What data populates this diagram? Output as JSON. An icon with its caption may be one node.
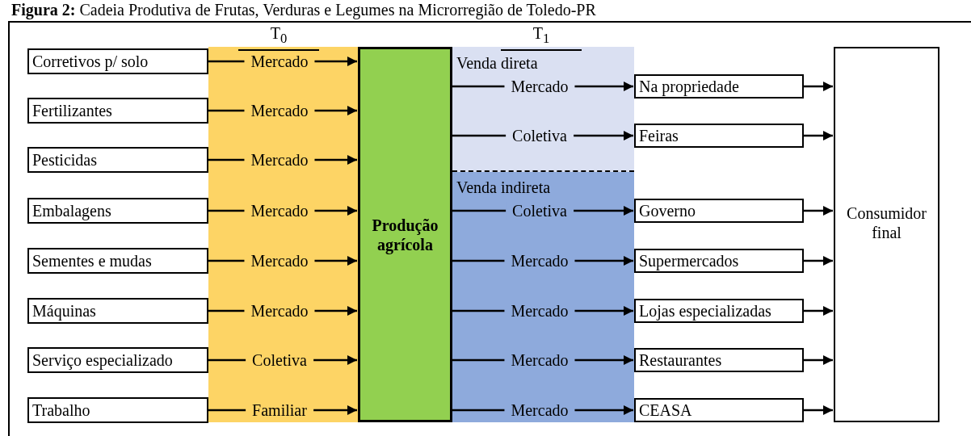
{
  "diagram": {
    "title": "**Figura 2:** Cadeia Produtiva de Frutas, Verduras e Legumes na Microrregião de Toledo-PR",
    "nodes": [
      {
        "text": [
          "Corretivos p/ solo"
        ]
      },
      {
        "text": [
          "Fertilizantes"
        ]
      },
      {
        "text": [
          "Pesticidas"
        ]
      },
      {
        "text": [
          "Embalagens"
        ]
      },
      {
        "text": [
          "Sementes e mudas"
        ]
      },
      {
        "text": [
          "Máquinas"
        ]
      },
      {
        "text": [
          "Serviço especializado"
        ]
      },
      {
        "text": [
          "Trabalho"
        ]
      },
      {
        "text": [
          "Produção agrícola"
        ]
      },
      {
        "text": [
          "Na propriedade"
        ]
      },
      {
        "text": [
          "Feiras"
        ]
      },
      {
        "text": [
          "Governo"
        ]
      },
      {
        "text": [
          "Supermercados"
        ]
      },
      {
        "text": [
          "Lojas especializadas"
        ]
      },
      {
        "text": [
          "Restaurantes"
        ]
      },
      {
        "text": [
          "CEASA"
        ]
      },
      {
        "text": [
          "Consumidor final"
        ]
      }
    ],
    "edges": [
      {
        "from": 0,
        "to": 8,
        "arrow": "to",
        "label": "Mercado"
      },
      {
        "from": 1,
        "to": 8,
        "arrow": "to",
        "label": "Mercado"
      },
      {
        "from": 2,
        "to": 8,
        "arrow": "to",
        "label": "Mercado"
      },
      {
        "from": 3,
        "to": 8,
        "arrow": "to",
        "label": "Mercado"
      },
      {
        "from": 4,
        "to": 8,
        "arrow": "to",
        "label": "Mercado"
      },
      {
        "from": 5,
        "to": 8,
        "arrow": "to",
        "label": "Mercado"
      },
      {
        "from": 6,
        "to": 8,
        "arrow": "to",
        "label": "Coletiva"
      },
      {
        "from": 7,
        "to": 8,
        "arrow": "to",
        "label": "Familiar"
      },
      {
        "from": 8,
        "to": 9,
        "arrow": "to",
        "label": "Mercado"
      },
      {
        "from": 8,
        "to": 10,
        "arrow": "to",
        "label": "Coletiva"
      },
      {
        "from": 8,
        "to": 11,
        "arrow": "to",
        "label": "Coletiva"
      },
      {
        "from": 8,
        "to": 12,
        "arrow": "to",
        "label": "Mercado"
      },
      {
        "from": 8,
        "to": 13,
        "arrow": "to",
        "label": "Mercado"
      },
      {
        "from": 8,
        "to": 14,
        "arrow": "to",
        "label": "Mercado"
      },
      {
        "from": 8,
        "to": 15,
        "arrow": "to",
        "label": "Mercado"
      },
      {
        "from": 9,
        "to": 16,
        "arrow": "to"
      },
      {
        "from": 10,
        "to": 16,
        "arrow": "to"
      },
      {
        "from": 11,
        "to": 16,
        "arrow": "to"
      },
      {
        "from": 12,
        "to": 16,
        "arrow": "to"
      },
      {
        "from": 13,
        "to": 16,
        "arrow": "to"
      },
      {
        "from": 14,
        "to": 16,
        "arrow": "to"
      },
      {
        "from": 15,
        "to": 16,
        "arrow": "to"
      }
    ],
    "labels": [
      "T$_{0}$",
      "T$_{1}$",
      "Venda direta",
      "Venda indireta"
    ]
  }
}
